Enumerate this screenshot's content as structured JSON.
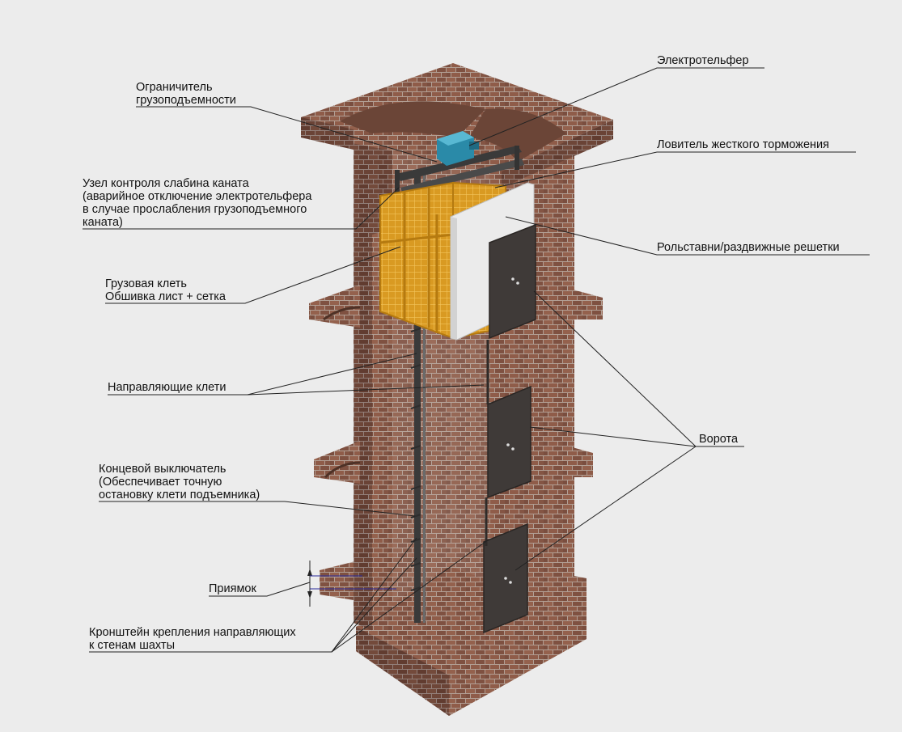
{
  "colors": {
    "background": "#ececec",
    "brick": "#8a5a48",
    "brick_dark": "#5e3a2e",
    "mortar": "#b7a69c",
    "cage": "#e8a72a",
    "door": "#3f3a38",
    "hoist": "#2a8aa8",
    "panel": "#ebebeb",
    "leader": "#222222",
    "pit_mark": "#2a2a9a"
  },
  "labels": {
    "hoist": [
      "Электротельфер"
    ],
    "load_limiter": [
      "Ограничитель",
      "грузоподъемности"
    ],
    "catcher": [
      "Ловитель жесткого торможения"
    ],
    "slack_rope": [
      "Узел контроля слабина каната",
      "(аварийное отключение электротельфера",
      "в случае прослабления грузоподъемного",
      "каната)"
    ],
    "shutters": [
      "Рольставни/раздвижные решетки"
    ],
    "cage": [
      "Грузовая клеть",
      "Обшивка лист + сетка"
    ],
    "guides": [
      "Направляющие клети"
    ],
    "gates": [
      "Ворота"
    ],
    "limit_switch": [
      "Концевой выключатель",
      "(Обеспечивает точную",
      "остановку клети подъемника)"
    ],
    "pit": [
      "Приямок"
    ],
    "brackets": [
      "Кронштейн крепления направляющих",
      "к стенам шахты"
    ]
  }
}
